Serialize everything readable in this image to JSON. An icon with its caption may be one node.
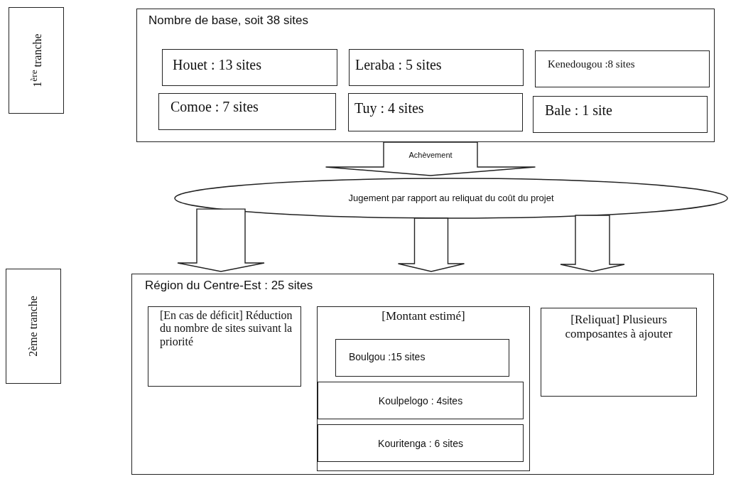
{
  "diagram": {
    "nodes": [
      {
        "text": [
          "1$^{ère}$ tranche"
        ]
      },
      {
        "text": [
          "Nombre de base, soit 38 sites"
        ]
      },
      {
        "text": [
          "Houet : 13 sites"
        ],
        "in": 1
      },
      {
        "text": [
          "Leraba : 5 sites"
        ],
        "in": 1
      },
      {
        "text": [
          "Kenedougou :8 sites"
        ],
        "in": 1
      },
      {
        "text": [
          "Comoe : 7 sites"
        ],
        "in": 1
      },
      {
        "text": [
          "Tuy : 4 sites"
        ],
        "in": 1
      },
      {
        "text": [
          "Bale : 1 site"
        ],
        "in": 1
      },
      {
        "text": [
          "Jugement par rapport au reliquat du coût du projet"
        ]
      },
      {
        "text": [
          "2ème tranche"
        ]
      },
      {
        "text": [
          "Région du Centre-Est : 25 sites"
        ]
      },
      {
        "text": [
          "[En cas de déficit] Réduction du nombre de sites suivant la  priorité"
        ],
        "in": 10
      },
      {
        "text": [
          "[Montant estimé]"
        ],
        "in": 10
      },
      {
        "text": [
          "Boulgou :15 sites"
        ],
        "in": 12
      },
      {
        "text": [
          "Koulpelogo : 4sites"
        ],
        "in": 12
      },
      {
        "text": [
          "Kouritenga : 6 sites"
        ],
        "in": 12
      },
      {
        "text": [
          "[Reliquat] Plusieurs composantes à ajouter"
        ],
        "in": 10
      }
    ],
    "edges": [
      {
        "from": 1,
        "to": 8,
        "arrow": "to",
        "label": "Achèvement"
      },
      {
        "from": 8,
        "to": 10,
        "arrow": "to"
      },
      {
        "from": 8,
        "to": 10,
        "arrow": "to"
      },
      {
        "from": 8,
        "to": 10,
        "arrow": "to"
      }
    ]
  }
}
